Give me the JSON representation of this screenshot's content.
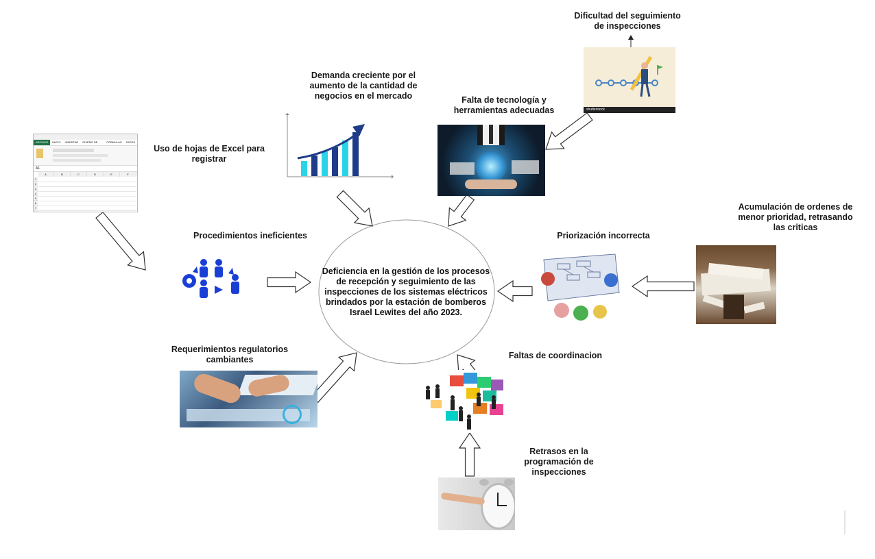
{
  "center": {
    "text": "Deficiencia en la gestión de los procesos de recepción y seguimiento de las inspecciones de los sistemas eléctricos brindados por la estación de bomberos Israel Lewites del año 2023."
  },
  "causes": {
    "excel": "Uso de hojas de Excel para registrar",
    "demanda": "Demanda creciente por el aumento de la cantidad de negocios en el mercado",
    "tecnologia": "Falta de tecnología y herramientas adecuadas",
    "seguimiento": "Dificultad del seguimiento de inspecciones",
    "procedimientos": "Procedimientos ineficientes",
    "priorizacion": "Priorización incorrecta",
    "acumulacion": "Acumulación de ordenes de menor prioridad, retrasando las criticas",
    "regulatorios": "Requerimientos regulatorios cambiantes",
    "coordinacion": "Faltas de coordinacion",
    "retrasos": "Retrasos en la programación de inspecciones"
  },
  "excel_ui": {
    "tabs": [
      "ARCHIVO",
      "INICIO",
      "INSERTAR",
      "DISEÑO DE PÁGINA",
      "FÓRMULAS",
      "DATOS"
    ],
    "cell_ref": "A1",
    "columns": [
      "A",
      "B",
      "C",
      "D",
      "E",
      "F"
    ],
    "rows": [
      "1",
      "2",
      "3",
      "4",
      "5",
      "6",
      "7",
      "8"
    ]
  },
  "badge": {
    "text": "shutterstock"
  },
  "colors": {
    "arrow_stroke": "#333333",
    "ellipse_stroke": "#999999",
    "bar_dark": "#1f3c88",
    "bar_light": "#2ad4e6",
    "procedure_icon": "#1a3fd6"
  }
}
